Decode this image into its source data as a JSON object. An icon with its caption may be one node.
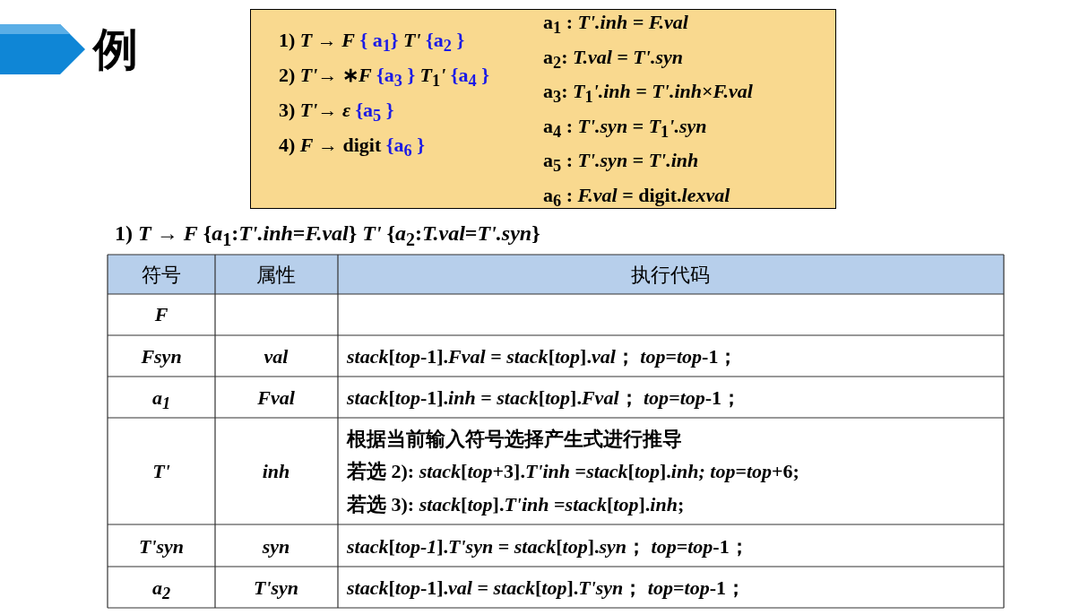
{
  "diagram": {
    "title": "例",
    "nodes": [
      {
        "text": [
          "1) *T* → *F* { a$_{1}$} *T'* {a$_{2}$ }",
          "2) *T'*→ ∗*F* {a$_{3}$ } *T*$_{1}$*'* {a$_{4}$ }",
          "3) *T'*→ *ε* {a$_{5}$ }",
          "4) *F* → digit {a$_{6}$ }",
          "a$_{1}$ :  *T'.inh = F.val*",
          "a$_{2}$:  *T.val = T'.syn*",
          "a$_{3}$:  *T*$_{1}$*'.inh = T'.inh*×*F.val*",
          "a$_{4}$ :  *T'.syn = T*$_{1}$*'.syn*",
          "a$_{5}$ :  *T'.syn = T'.inh*",
          "a$_{6}$ :  *F.val* = digit.*lexval*"
        ]
      }
    ],
    "labels": [
      "1) *T* → *F* {*a*$_{1}$:*T'.inh*=*F.val*} *T'* {*a*$_{2}$:*T.val*=*T'.syn*}",
      "符号",
      "属性",
      "执行代码",
      "F",
      "Fsyn",
      "val",
      "*stack*[*top*-1].*Fval* = *stack*[*top*].*val*；  *top*=*top*-1；",
      "a$_{1}$",
      "Fval",
      "*stack*[*top*-1].*inh* = *stack*[*top*].*Fval*；  *top*=*top*-1；",
      "T'",
      "inh",
      "根据当前输入符号选择产生式进行推导",
      "若选 2): *stack*[*top*+3].*T'inh* =*stack*[*top*].*inh;*  *top*=*top*+6;",
      "若选 3): *stack*[*top*].*T'inh* =*stack*[*top*].*inh*;",
      "T'syn",
      "syn",
      "*stack*[*top-1*].*T'syn* = *stack*[*top*].*syn*；  *top*=*top*-1；",
      "a$_{2}$",
      "T'syn",
      "*stack*[*top*-1].*val* = *stack*[*top*].*T'syn*；  *top*=*top*-1；"
    ]
  }
}
